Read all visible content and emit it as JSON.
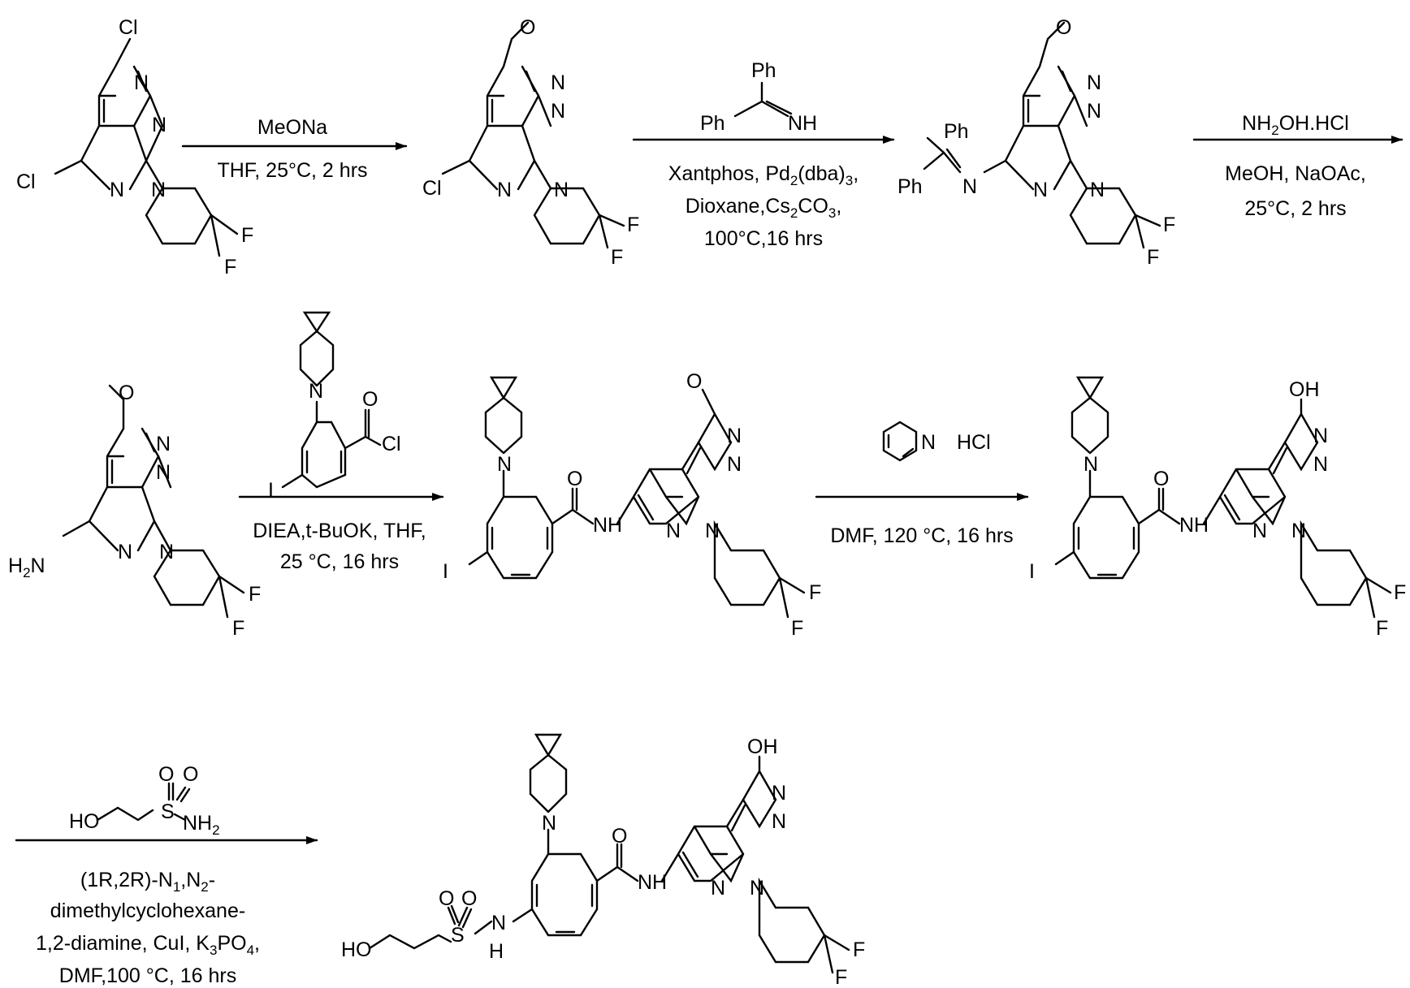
{
  "atoms": {
    "Cl": "Cl",
    "N": "N",
    "F": "F",
    "O": "O",
    "I": "I",
    "S": "S",
    "Ph": "Ph",
    "NH": "NH",
    "H": "H",
    "H2N_H": "H",
    "H2N_N": "N",
    "NH2_N": "NH",
    "sub2": "2",
    "OH": "OH",
    "HO": "HO",
    "HCl": "HCl"
  },
  "steps": {
    "s1": {
      "line1": "MeONa",
      "line2": "THF, 25°C, 2 hrs"
    },
    "s2": {
      "l1_a": "Xantphos, Pd",
      "l1_sub": "2",
      "l1_b": "(dba)",
      "l1_sub2": "3",
      "l1_c": ",",
      "l2_a": "Dioxane,Cs",
      "l2_sub": "2",
      "l2_b": "CO",
      "l2_sub2": "3",
      "l2_c": ",",
      "l3": "100°C,16 hrs"
    },
    "s3": {
      "l1_a": "NH",
      "l1_sub": "2",
      "l1_b": "OH.HCl",
      "l2": "MeOH, NaOAc,",
      "l3": "25°C, 2 hrs"
    },
    "s4": {
      "l1": "DIEA,t-BuOK, THF,",
      "l2": "25 °C, 16 hrs"
    },
    "s5": {
      "l1": "DMF, 120 °C, 16 hrs"
    },
    "s6": {
      "l1_a": "(1R,2R)-N",
      "l1_sub": "1",
      "l1_b": ",N",
      "l1_sub2": "2",
      "l1_c": "-",
      "l2": "dimethylcyclohexane-",
      "l3_a": "1,2-diamine, CuI, K",
      "l3_sub": "3",
      "l3_b": "PO",
      "l3_sub2": "4",
      "l3_c": ",",
      "l4": "DMF,100 °C, 16 hrs"
    }
  }
}
